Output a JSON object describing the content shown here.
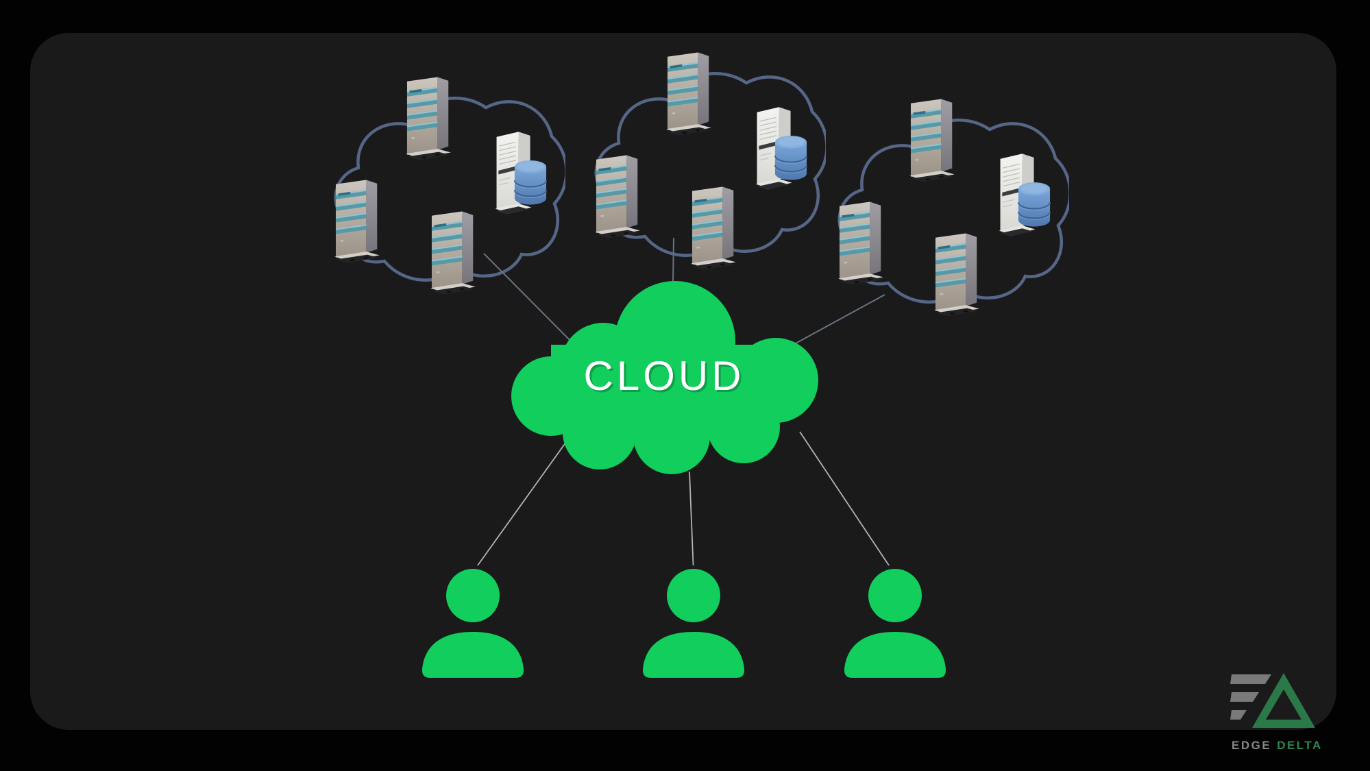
{
  "scene": {
    "background_color": "#020202",
    "panel_color": "#1a1a1a",
    "description": "Cloud computing diagram: three server clusters connected to a central cloud serving three users"
  },
  "cloud": {
    "label": "CLOUD",
    "fill_color": "#11ce5d",
    "label_color": "#ffffff",
    "label_shadow_color": "#0b9a48"
  },
  "clusters": [
    {
      "name": "server-cluster-left",
      "striped_servers": 3,
      "tower_servers": 1,
      "databases": 1
    },
    {
      "name": "server-cluster-middle",
      "striped_servers": 3,
      "tower_servers": 1,
      "databases": 1
    },
    {
      "name": "server-cluster-right",
      "striped_servers": 3,
      "tower_servers": 1,
      "databases": 1
    }
  ],
  "cluster_style": {
    "outline_color": "#5d6f94",
    "server_stripe_color": "#5899a8",
    "database_color": "#6a97cf"
  },
  "users": {
    "count": 3,
    "color": "#11ce5d"
  },
  "connections": {
    "cluster_to_cloud_lines": 3,
    "cloud_to_user_lines": 3,
    "upper_line_color": "#6e7889",
    "lower_line_color": "#b9bcc1"
  },
  "logo": {
    "edge_label": "EDGE",
    "delta_label": "DELTA",
    "edge_text_color": "#8d8d8d",
    "delta_text_color": "#2f8a52",
    "bars_color": "#7e7e7e",
    "triangle_color": "#2c7c4a"
  }
}
